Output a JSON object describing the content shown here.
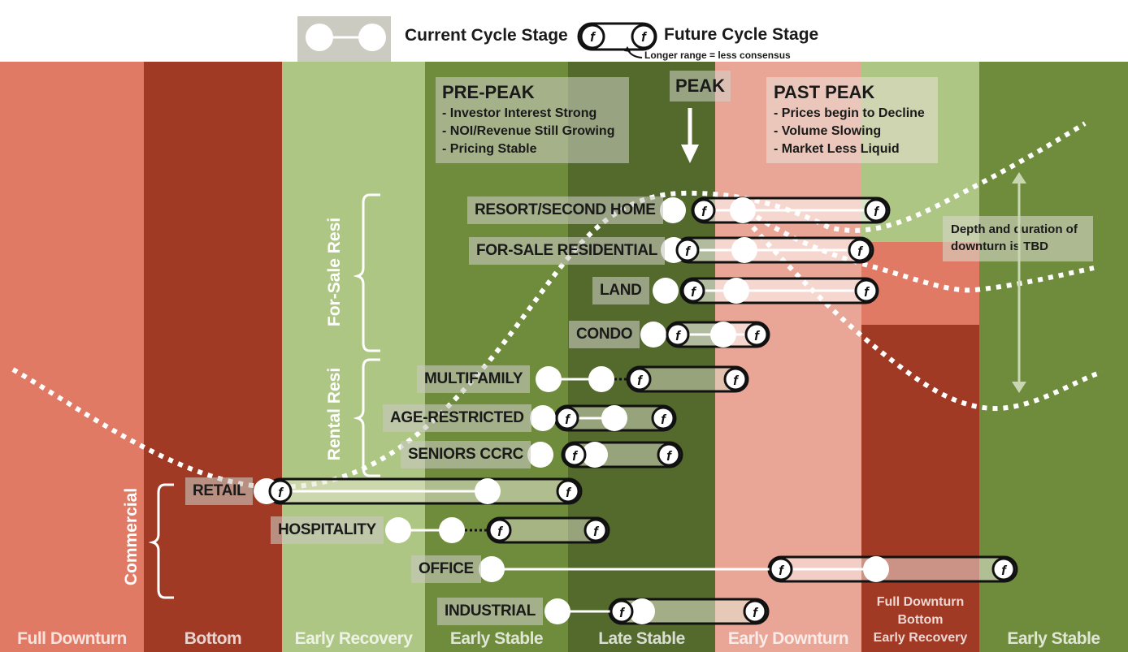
{
  "legend": {
    "current_label": "Current Cycle Stage",
    "future_label": "Future Cycle Stage",
    "future_note": "Longer range = less consensus",
    "f_symbol": "f"
  },
  "columns": [
    {
      "label": "Full Downturn",
      "color": "#e07a65"
    },
    {
      "label": "Bottom",
      "color": "#a13a24"
    },
    {
      "label": "Early Recovery",
      "color": "#aec684"
    },
    {
      "label": "Early Stable",
      "color": "#6f8c3c"
    },
    {
      "label": "Late Stable",
      "color": "#536a2c"
    },
    {
      "label": "Early Downturn",
      "color": "#e9a697"
    },
    {
      "label_lines": [
        "Full Downturn",
        "Bottom",
        "Early Recovery"
      ],
      "color": "#a13a24"
    },
    {
      "label": "Early Stable",
      "color": "#6f8c3c"
    }
  ],
  "annotations": {
    "pre_peak": {
      "title": "PRE-PEAK",
      "items": [
        "- Investor Interest Strong",
        "- NOI/Revenue Still Growing",
        "- Pricing Stable"
      ]
    },
    "peak": {
      "title": "PEAK"
    },
    "past_peak": {
      "title": "PAST PEAK",
      "items": [
        "- Prices begin to Decline",
        "- Volume Slowing",
        "- Market Less Liquid"
      ]
    },
    "downturn_note": {
      "lines": [
        "Depth and duration of",
        "downturn is TBD"
      ]
    }
  },
  "groups": [
    {
      "label": "For-Sale Resi"
    },
    {
      "label": "Rental Resi"
    },
    {
      "label": "Commercial"
    }
  ],
  "sectors": [
    {
      "name": "RESORT/SECOND HOME"
    },
    {
      "name": "FOR-SALE RESIDENTIAL"
    },
    {
      "name": "LAND"
    },
    {
      "name": "CONDO"
    },
    {
      "name": "MULTIFAMILY"
    },
    {
      "name": "AGE-RESTRICTED"
    },
    {
      "name": "SENIORS CCRC"
    },
    {
      "name": "RETAIL"
    },
    {
      "name": "HOSPITALITY"
    },
    {
      "name": "OFFICE"
    },
    {
      "name": "INDUSTRIAL"
    }
  ]
}
